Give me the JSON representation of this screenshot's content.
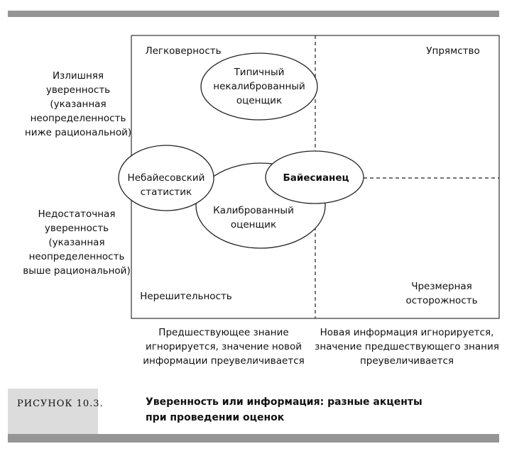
{
  "figure": {
    "label": "РИСУНОК 10.3.",
    "title_line1": "Уверенность или информация: разные акценты",
    "title_line2": "при проведении оценок"
  },
  "y_axis": {
    "top": [
      "Излишняя",
      "уверенность",
      "(указанная",
      "неопределенность",
      "ниже рациональной)"
    ],
    "bottom": [
      "Недостаточная",
      "уверенность",
      "(указанная",
      "неопределенность",
      "выше рациональной)"
    ]
  },
  "x_axis": {
    "left": [
      "Предшествующее знание",
      "игнорируется, значение новой",
      "информации преувеличивается"
    ],
    "right": [
      "Новая информация игнорируется,",
      "значение предшествующего знания",
      "преувеличивается"
    ]
  },
  "quadrants": {
    "top_left": "Легковерность",
    "top_right": "Упрямство",
    "bottom_left": "Нерешительность",
    "bottom_right": [
      "Чрезмерная",
      "осторожность"
    ]
  },
  "ellipses": {
    "typical": [
      "Типичный",
      "некалиброванный",
      "оценщик"
    ],
    "non_bayesian": [
      "Небайесовский",
      "статистик"
    ],
    "bayesian": "Байесианец",
    "calibrated": [
      "Калиброванный",
      "оценщик"
    ]
  }
}
